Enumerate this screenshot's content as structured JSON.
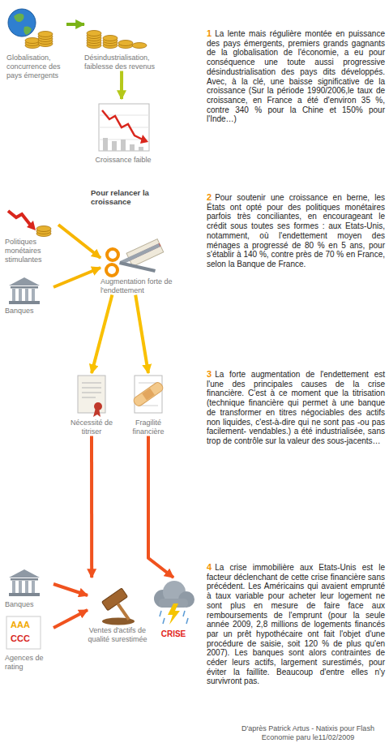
{
  "diagram": {
    "caption": "D'après Patrick Artus - Natixis pour Flash Economie paru le11/02/2009",
    "nodes": [
      {
        "text": [
          "Globalisation, concurrence des pays émergents"
        ]
      },
      {
        "text": [
          "Désindustrialisation, faiblesse des revenus"
        ]
      },
      {
        "text": [
          "Croissance faible"
        ]
      },
      {
        "text": [
          "Politiques monétaires stimulantes"
        ]
      },
      {
        "text": [
          "Banques"
        ]
      },
      {
        "text": [
          "Augmentation forte de l'endettement"
        ]
      },
      {
        "text": [
          "Nécessité de titriser"
        ]
      },
      {
        "text": [
          "Fragilité financière"
        ]
      },
      {
        "text": [
          "Banques"
        ]
      },
      {
        "text": [
          "Agences de rating"
        ]
      },
      {
        "text": [
          "Ventes d'actifs de qualité surestimée"
        ]
      },
      {
        "text": [
          "CRISE"
        ]
      }
    ],
    "edges": [
      {
        "from": 0,
        "to": 1,
        "arrow": "to"
      },
      {
        "from": 1,
        "to": 2,
        "arrow": "to"
      },
      {
        "from": 3,
        "to": 5,
        "arrow": "to"
      },
      {
        "from": 4,
        "to": 5,
        "arrow": "to"
      },
      {
        "from": 5,
        "to": 6,
        "arrow": "to"
      },
      {
        "from": 5,
        "to": 7,
        "arrow": "to"
      },
      {
        "from": 6,
        "to": 10,
        "arrow": "to"
      },
      {
        "from": 7,
        "to": 11,
        "arrow": "to"
      },
      {
        "from": 8,
        "to": 10,
        "arrow": "to"
      },
      {
        "from": 9,
        "to": 10,
        "arrow": "to"
      }
    ],
    "labels": [
      "Pour relancer la croissance",
      "AAA",
      "CCC",
      "1",
      "La lente mais régulière montée en puissance des pays émergents, premiers grands gagnants de la globalisation de l'économie, a eu pour conséquence une toute aussi progressive désindustrialisation des pays dits développés. Avec, à la clé, une baisse significative de la croissance (Sur la période 1990/2006,le taux de croissance, en France a été d'environ 35 %, contre 340 % pour la Chine et 150% pour l'Inde…)",
      "2",
      "Pour soutenir une croissance en berne, les États ont opté pour des politiques monétaires parfois très conciliantes, en encourageant le crédit sous toutes ses formes : aux Etats-Unis, notamment, où l'endettement moyen des ménages a progressé de 80 % en 5 ans, pour s'établir à 140 %, contre près de 70 % en France, selon la Banque de France.",
      "3",
      "La forte augmentation de l'endettement est l'une des principales causes de la crise financière. C'est à ce moment que la titrisation (technique financière qui permet à une banque de transformer en titres négociables des actifs non liquides, c'est-à-dire qui ne sont pas -ou pas facilement- vendables.) a été industrialisée, sans trop de contrôle sur la valeur des sous-jacents…",
      "4",
      "La crise immobilière aux Etats-Unis est le facteur déclenchant de cette crise financière sans précédent. Les Américains qui avaient emprunté à taux variable pour acheter leur logement ne sont plus en mesure de faire face aux remboursements de l'emprunt (pour la seule année 2009, 2,8 millions de logements financés par un prêt hypothécaire ont fait l'objet d'une procédure de saisie, soit 120 % de plus qu'en 2007). Les banques sont alors contraintes de céder leurs actifs, largement surestimés, pour éviter la faillite. Beaucoup d'entre elles n'y survivront pas."
    ]
  }
}
